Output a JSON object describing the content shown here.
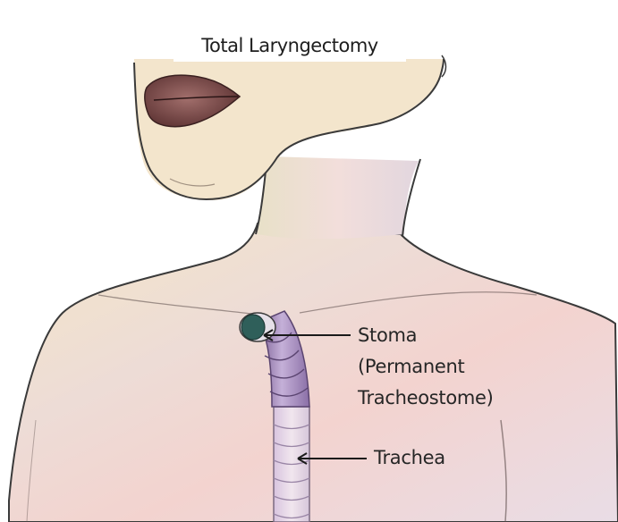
{
  "title": "Total Laryngectomy",
  "labels": {
    "stoma_line1": "Stoma",
    "stoma_line2": "(Permanent",
    "stoma_line3": "Tracheostome)",
    "trachea": "Trachea"
  },
  "colors": {
    "outline": "#3a3a3a",
    "skin": "#f1dccc",
    "lips": "#7d4b4b",
    "trachea": "#a98dc0",
    "stoma": "#2f5f5a",
    "background": "#ffffff"
  }
}
